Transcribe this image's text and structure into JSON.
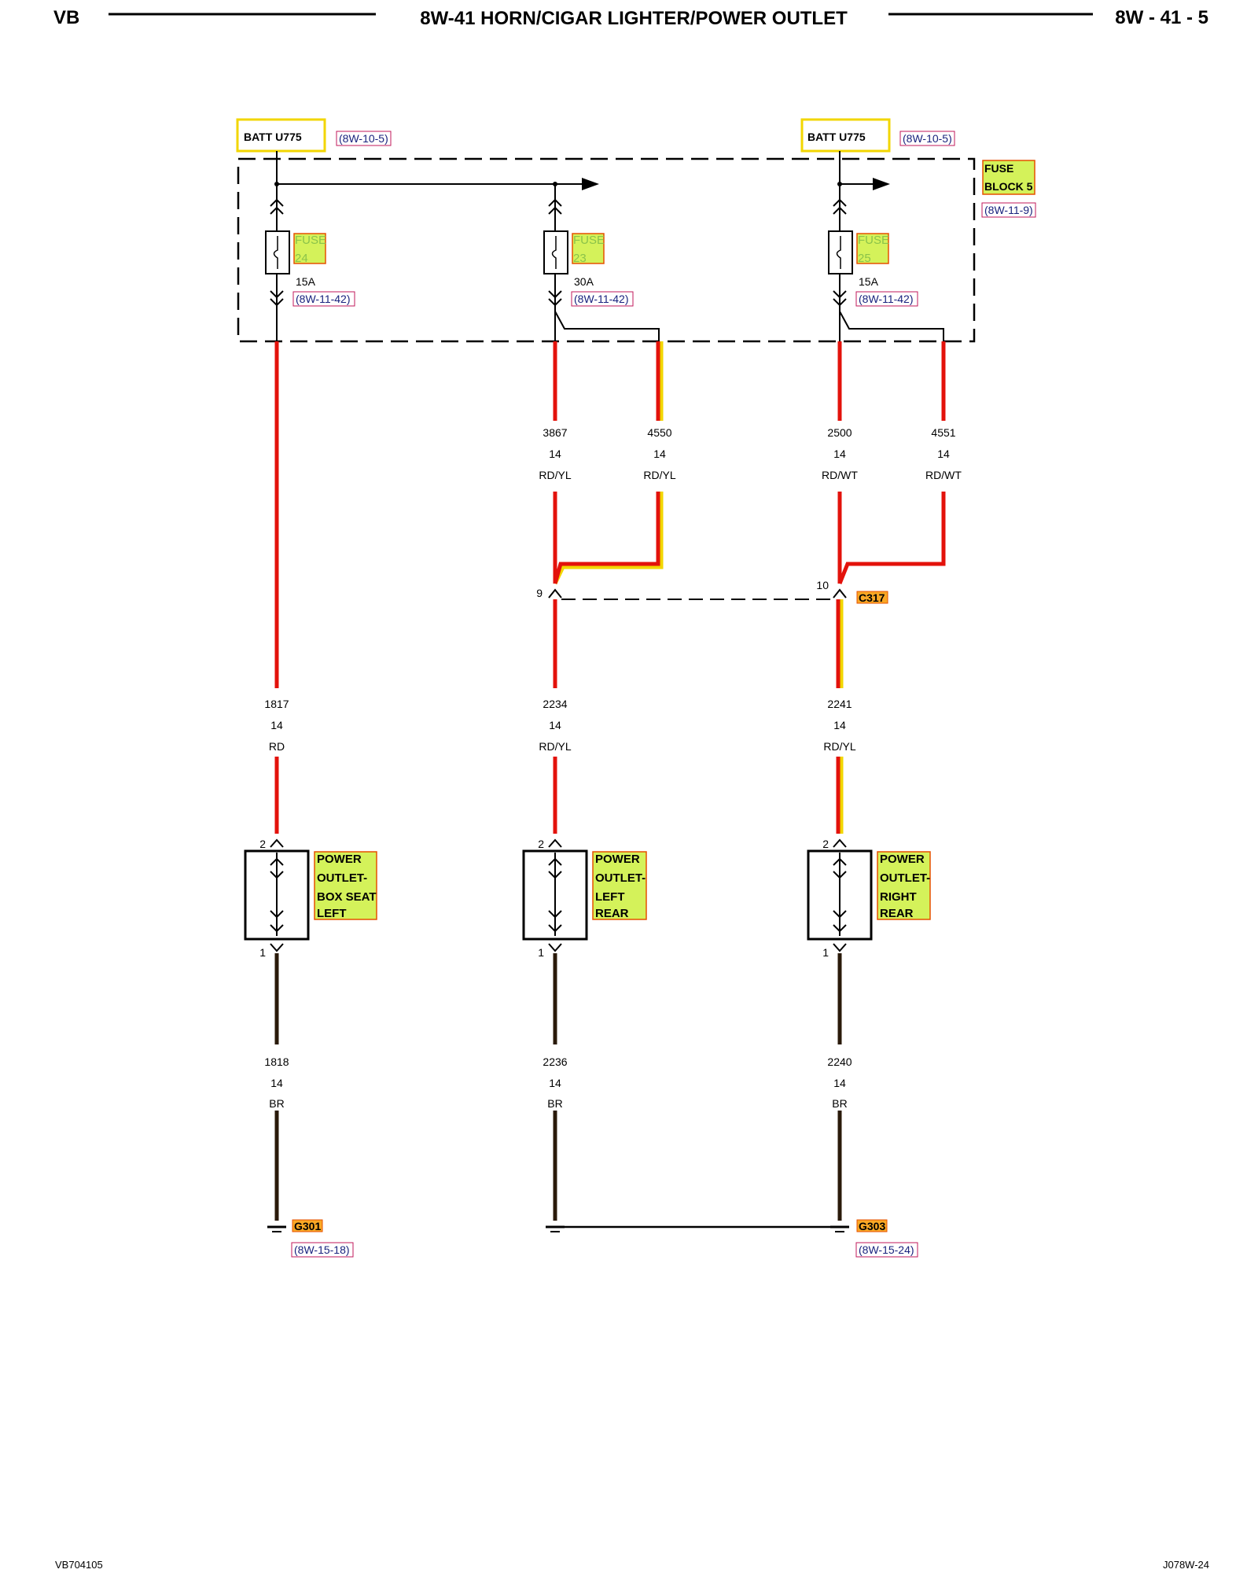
{
  "header": {
    "left": "VB",
    "title": "8W-41 HORN/CIGAR LIGHTER/POWER OUTLET",
    "right": "8W - 41 - 5"
  },
  "batt": [
    {
      "label": "BATT U775",
      "ref": "(8W-10-5)"
    },
    {
      "label": "BATT U775",
      "ref": "(8W-10-5)"
    }
  ],
  "fuse_block": {
    "line1": "FUSE",
    "line2": "BLOCK 5",
    "ref": "(8W-11-9)"
  },
  "fuses": [
    {
      "name": "FUSE",
      "num": "24",
      "amps": "15A",
      "ref": "(8W-11-42)"
    },
    {
      "name": "FUSE",
      "num": "23",
      "amps": "30A",
      "ref": "(8W-11-42)"
    },
    {
      "name": "FUSE",
      "num": "25",
      "amps": "15A",
      "ref": "(8W-11-42)"
    }
  ],
  "wires_top": [
    {
      "circuit": "3867",
      "gauge": "14",
      "color": "RD/YL"
    },
    {
      "circuit": "4550",
      "gauge": "14",
      "color": "RD/YL"
    },
    {
      "circuit": "2500",
      "gauge": "14",
      "color": "RD/WT"
    },
    {
      "circuit": "4551",
      "gauge": "14",
      "color": "RD/WT"
    }
  ],
  "connector": {
    "pin_left": "9",
    "pin_right": "10",
    "name": "C317"
  },
  "wires_mid": [
    {
      "circuit": "1817",
      "gauge": "14",
      "color": "RD"
    },
    {
      "circuit": "2234",
      "gauge": "14",
      "color": "RD/YL"
    },
    {
      "circuit": "2241",
      "gauge": "14",
      "color": "RD/YL"
    }
  ],
  "outlets": [
    {
      "pin_top": "2",
      "pin_bottom": "1",
      "lines": [
        "POWER",
        "OUTLET-",
        "BOX SEAT",
        "LEFT"
      ]
    },
    {
      "pin_top": "2",
      "pin_bottom": "1",
      "lines": [
        "POWER",
        "OUTLET-",
        "LEFT",
        "REAR"
      ]
    },
    {
      "pin_top": "2",
      "pin_bottom": "1",
      "lines": [
        "POWER",
        "OUTLET-",
        "RIGHT",
        "REAR"
      ]
    }
  ],
  "wires_bot": [
    {
      "circuit": "1818",
      "gauge": "14",
      "color": "BR"
    },
    {
      "circuit": "2236",
      "gauge": "14",
      "color": "BR"
    },
    {
      "circuit": "2240",
      "gauge": "14",
      "color": "BR"
    }
  ],
  "grounds": [
    {
      "name": "G301",
      "ref": "(8W-15-18)"
    },
    {
      "name": "G303",
      "ref": "(8W-15-24)"
    }
  ],
  "footer": {
    "left": "VB704105",
    "right": "J078W-24"
  },
  "colors": {
    "red": "#e3120b",
    "yellow": "#f2d600",
    "brown": "#2a1a0a",
    "highlight": "#d4f25a"
  }
}
